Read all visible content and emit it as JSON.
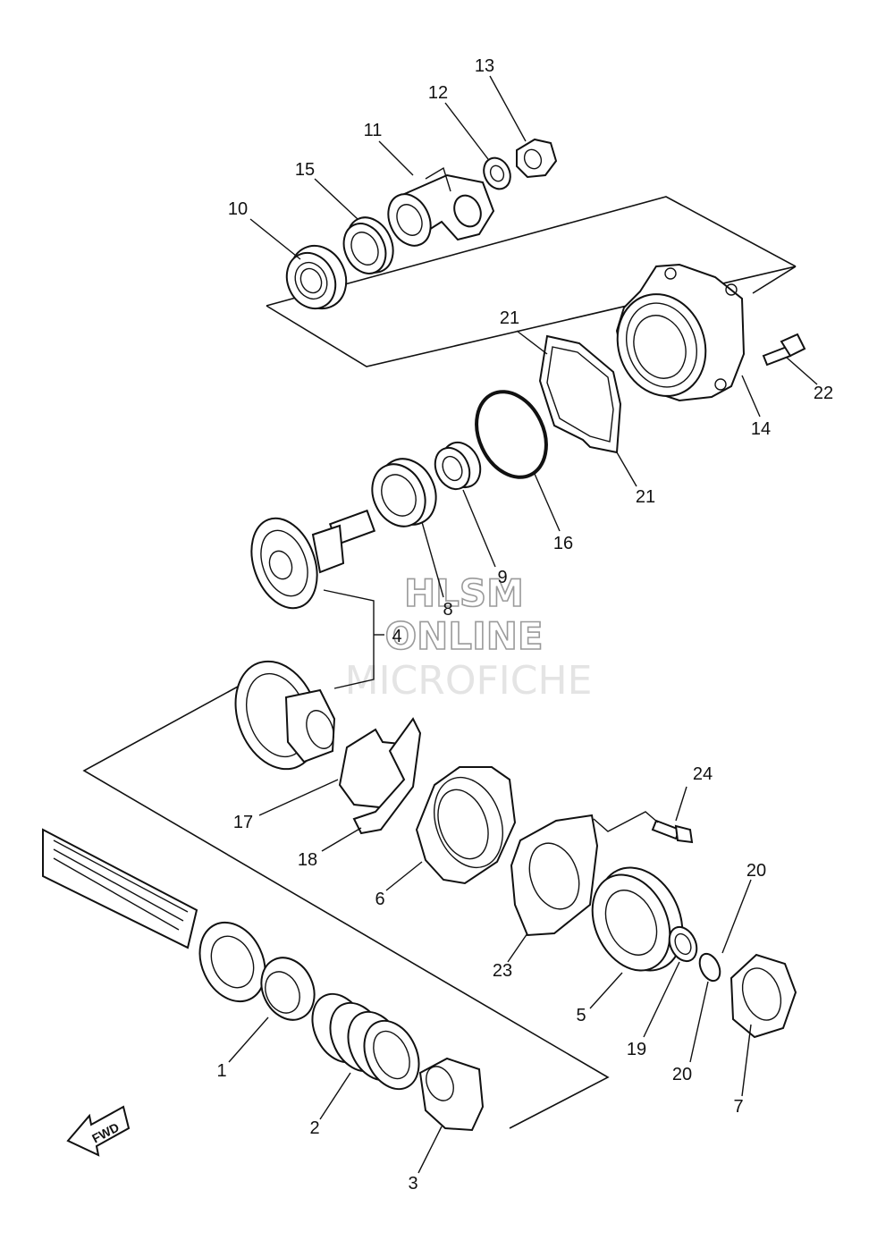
{
  "diagram": {
    "callouts": [
      {
        "id": "c1",
        "label": "1"
      },
      {
        "id": "c2",
        "label": "2"
      },
      {
        "id": "c3",
        "label": "3"
      },
      {
        "id": "c4",
        "label": "4"
      },
      {
        "id": "c5",
        "label": "5"
      },
      {
        "id": "c6",
        "label": "6"
      },
      {
        "id": "c7",
        "label": "7"
      },
      {
        "id": "c8",
        "label": "8"
      },
      {
        "id": "c9",
        "label": "9"
      },
      {
        "id": "c10",
        "label": "10"
      },
      {
        "id": "c11",
        "label": "11"
      },
      {
        "id": "c12",
        "label": "12"
      },
      {
        "id": "c13",
        "label": "13"
      },
      {
        "id": "c14",
        "label": "14"
      },
      {
        "id": "c15",
        "label": "15"
      },
      {
        "id": "c16",
        "label": "16"
      },
      {
        "id": "c17",
        "label": "17"
      },
      {
        "id": "c18",
        "label": "18"
      },
      {
        "id": "c19",
        "label": "19"
      },
      {
        "id": "c20a",
        "label": "20"
      },
      {
        "id": "c20b",
        "label": "20"
      },
      {
        "id": "c21a",
        "label": "21"
      },
      {
        "id": "c21b",
        "label": "21"
      },
      {
        "id": "c22",
        "label": "22"
      },
      {
        "id": "c23",
        "label": "23"
      },
      {
        "id": "c24",
        "label": "24"
      }
    ],
    "fwd_label": "FWD"
  },
  "watermark": {
    "line1": "HLSM",
    "line2": "ONLINE",
    "line3": "MICROFICHE"
  }
}
